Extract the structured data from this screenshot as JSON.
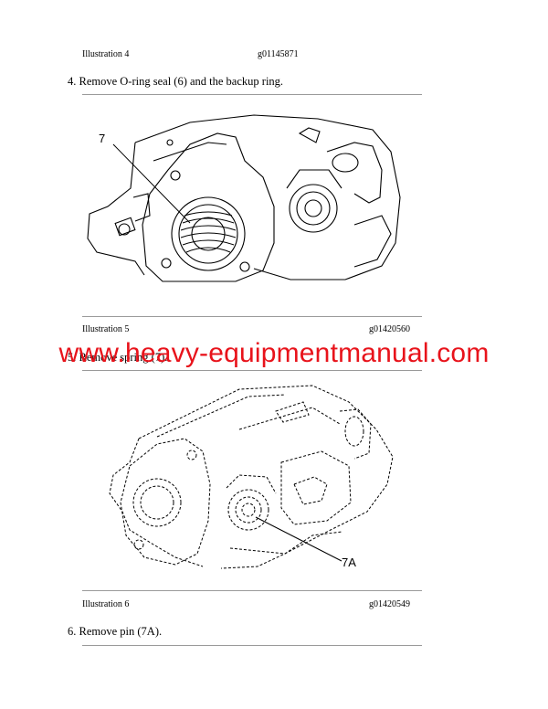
{
  "illustration4": {
    "label": "Illustration 4",
    "code": "g01145871"
  },
  "step4": {
    "text": "4.  Remove O-ring seal (6) and the backup ring."
  },
  "illustration5": {
    "label": "Illustration 5",
    "code": "g01420560",
    "callout": "7"
  },
  "step5": {
    "text": "5.  Remove spring (7)."
  },
  "watermark": {
    "text": "www.heavy-equipmentmanual.com",
    "color": "#e8131b"
  },
  "illustration6": {
    "label": "Illustration 6",
    "code": "g01420549",
    "callout": "7A"
  },
  "step6": {
    "text": "6.  Remove pin (7A)."
  }
}
